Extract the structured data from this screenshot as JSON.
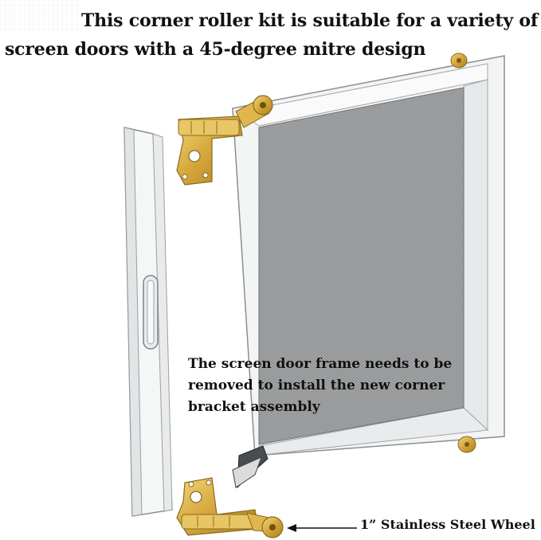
{
  "headline": {
    "line1": "This corner roller kit is suitable for a variety of",
    "line2": "screen doors with a 45-degree mitre design"
  },
  "note": {
    "line1": "The screen door frame needs to be",
    "line2": "removed to install the new corner",
    "line3": "bracket assembly"
  },
  "callout": {
    "wheel_label": "1” Stainless Steel Wheel"
  },
  "colors": {
    "frame": "#f4f5f5",
    "frame_edge": "#8a8f93",
    "mesh": "#8d8f90",
    "brass": "#d7a93b",
    "brass_dark": "#9a7420"
  }
}
